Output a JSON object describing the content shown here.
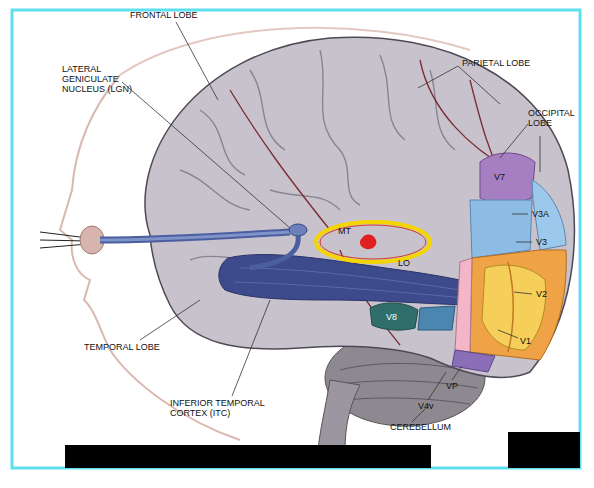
{
  "diagram": {
    "labels": [
      "FRONTAL LOBE",
      "LATERAL GENICULATE NUCLEUS (LGN)",
      "PARIETAL LOBE",
      "OCCIPITAL LOBE",
      "V7",
      "V3A",
      "V3",
      "V2",
      "V1",
      "VP",
      "V4v",
      "CEREBELLUM",
      "INFERIOR TEMPORAL CORTEX (ITC)",
      "TEMPORAL LOBE",
      "V8",
      "MT",
      "LO"
    ]
  }
}
